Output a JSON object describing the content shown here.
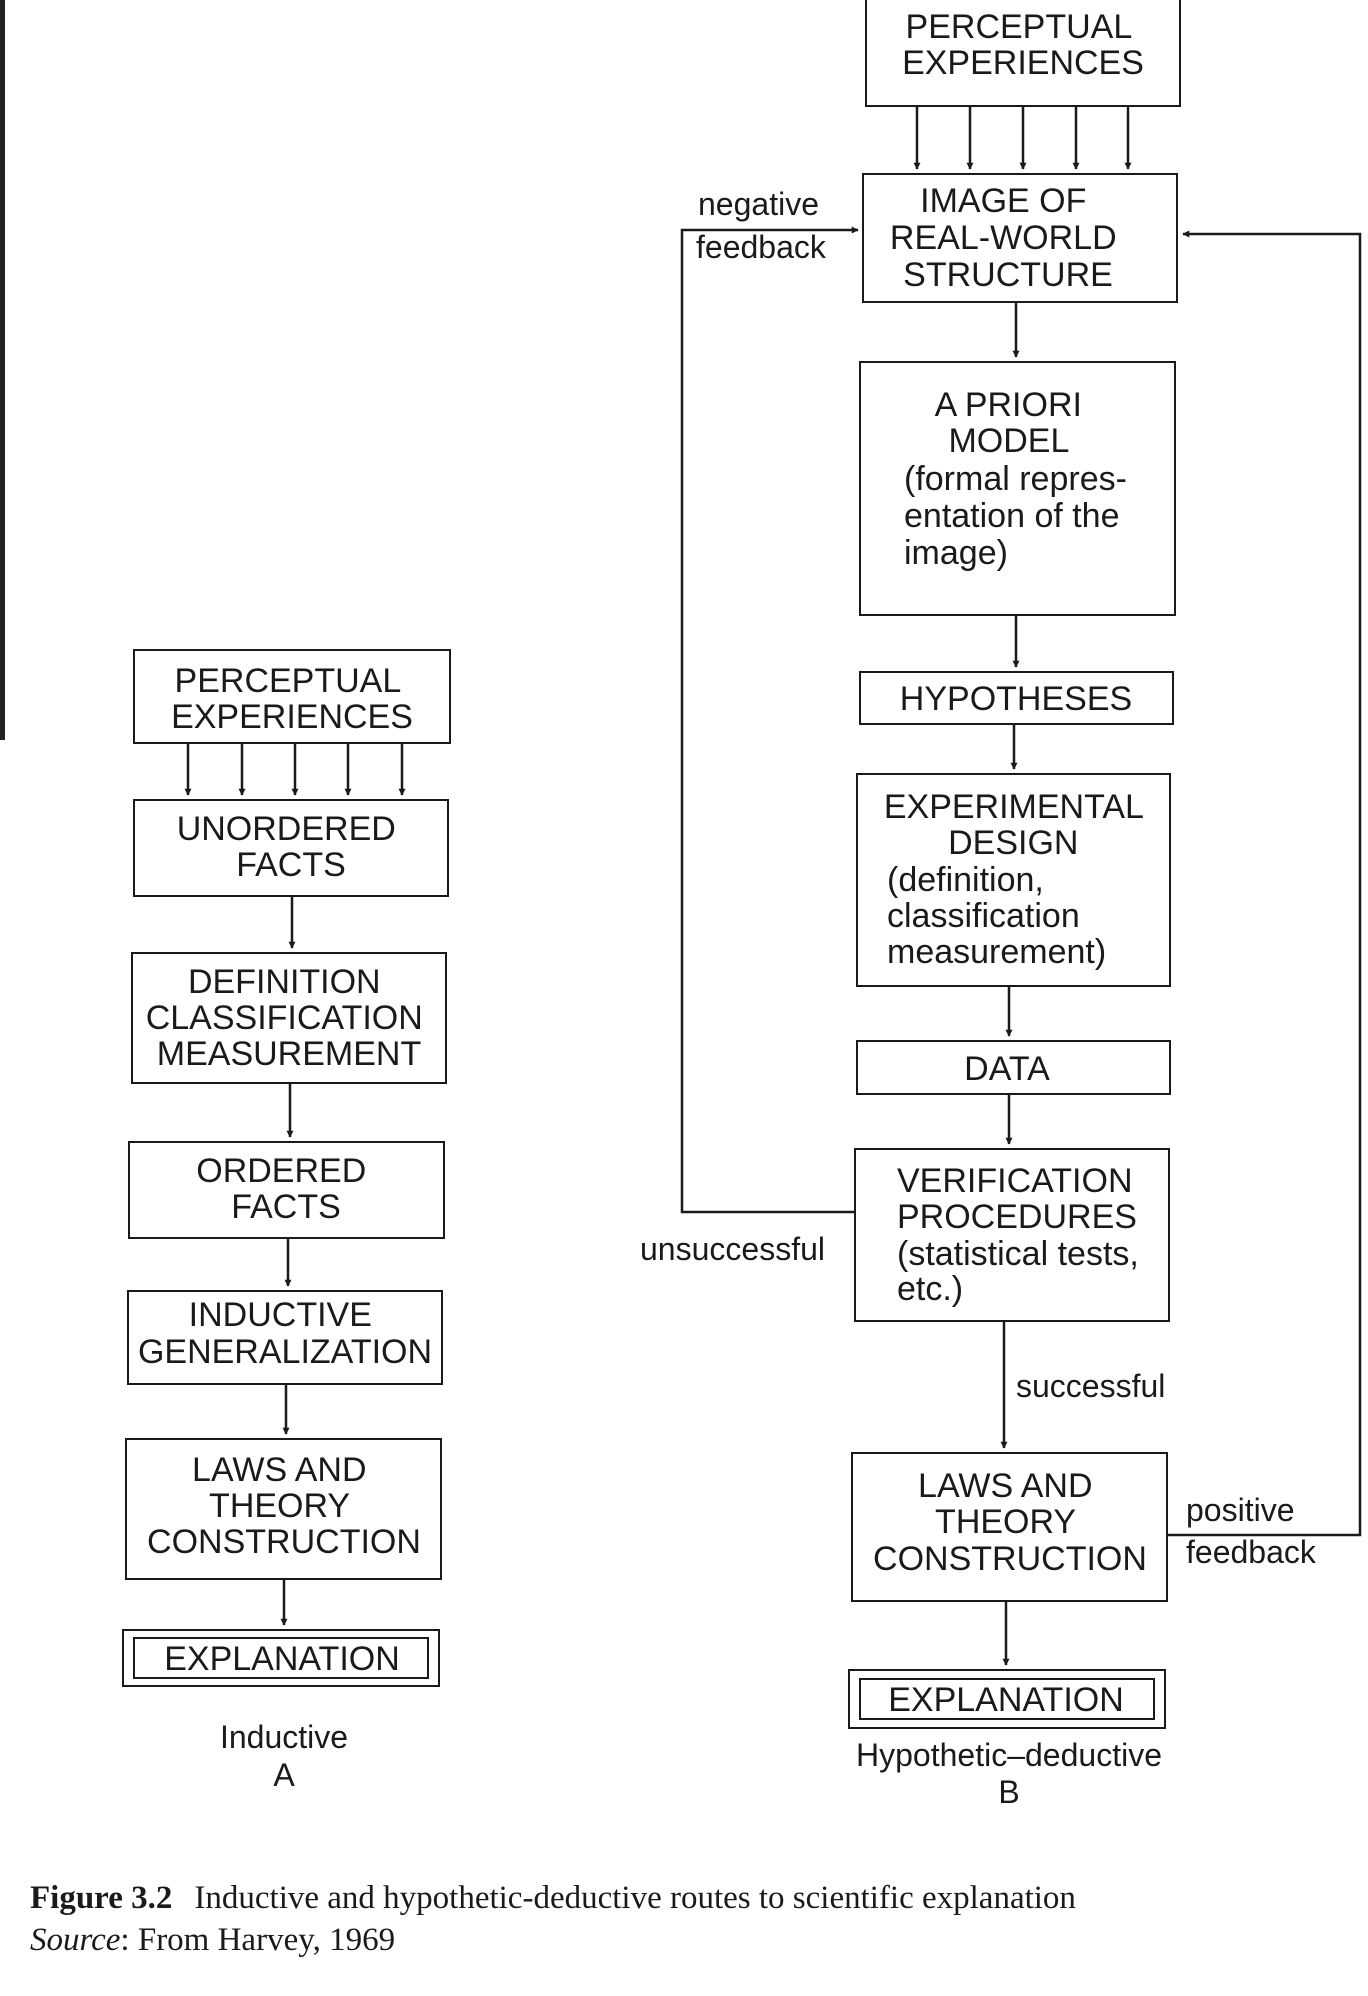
{
  "inductive": {
    "perceptual": [
      "PERCEPTUAL",
      "EXPERIENCES"
    ],
    "unordered": [
      "UNORDERED",
      "FACTS"
    ],
    "definition": [
      "DEFINITION",
      "CLASSIFICATION",
      "MEASUREMENT"
    ],
    "ordered": [
      "ORDERED",
      "FACTS"
    ],
    "generalization": [
      "INDUCTIVE",
      "GENERALIZATION"
    ],
    "laws": [
      "LAWS AND",
      "THEORY",
      "CONSTRUCTION"
    ],
    "explanation": "EXPLANATION",
    "label": "Inductive",
    "letter": "A"
  },
  "deductive": {
    "perceptual": [
      "PERCEPTUAL",
      "EXPERIENCES"
    ],
    "image": [
      "IMAGE OF",
      "REAL-WORLD",
      "STRUCTURE"
    ],
    "model": [
      "A PRIORI",
      "MODEL",
      "(formal repres-",
      "entation of the",
      "image)"
    ],
    "hypotheses": "HYPOTHESES",
    "design": [
      "EXPERIMENTAL",
      "DESIGN",
      "(definition,",
      "classification",
      "measurement)"
    ],
    "data": "DATA",
    "verification": [
      "VERIFICATION",
      "PROCEDURES",
      "(statistical tests,",
      "etc.)"
    ],
    "laws": [
      "LAWS AND",
      "THEORY",
      "CONSTRUCTION"
    ],
    "explanation": "EXPLANATION",
    "label": "Hypothetic–deductive",
    "letter": "B"
  },
  "edge_labels": {
    "negative": [
      "negative",
      "feedback"
    ],
    "unsuccessful": "unsuccessful",
    "successful": "successful",
    "positive": [
      "positive",
      "feedback"
    ]
  },
  "caption": {
    "number": "Figure 3.2",
    "text": "Inductive and hypothetic-deductive routes to scientific explanation",
    "source_label": "Source",
    "source_text": ": From Harvey, 1969"
  }
}
